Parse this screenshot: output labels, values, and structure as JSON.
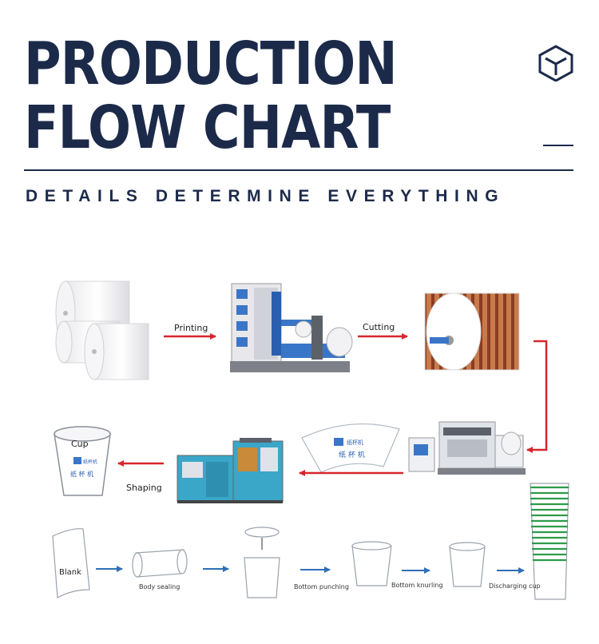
{
  "header": {
    "title_line1": "PRODUCTION",
    "title_line2": "FLOW CHART",
    "subtitle": "DETAILS DETERMINE EVERYTHING"
  },
  "steps": {
    "printing": "Printing",
    "cutting": "Cutting",
    "shaping": "Shaping",
    "cup": "Cup"
  },
  "process": {
    "blank": "Blank",
    "body_sealing": "Body sealing",
    "bottom_punching": "Bottom punching",
    "bottom_knurling": "Bottom knurling",
    "discharging_cup": "Discharging cup"
  },
  "colors": {
    "navy": "#1c2a4a",
    "arrow_red": "#d7262b",
    "arrow_blue": "#2e6fb8"
  }
}
